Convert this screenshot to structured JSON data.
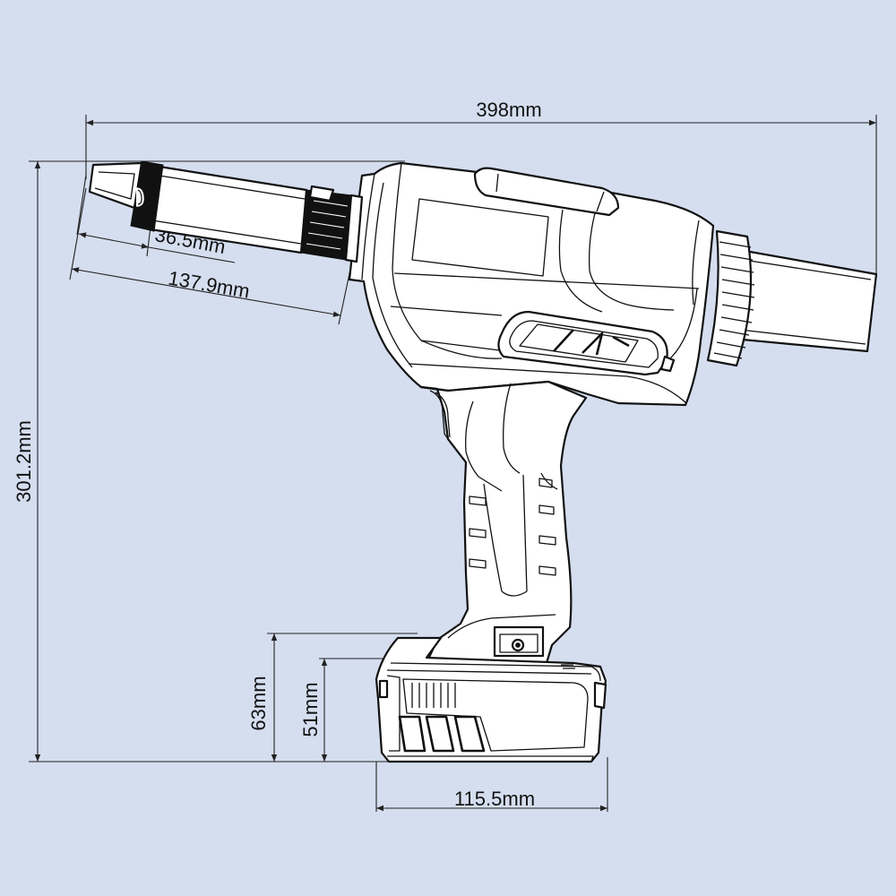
{
  "background_color": "#d5deef",
  "line_color": "#111111",
  "dimensions": {
    "overall_length": "398mm",
    "overall_height": "301.2mm",
    "nose_tip_length": "36.5mm",
    "nose_length": "137.9mm",
    "battery_height": "63mm",
    "battery_lock_height": "51mm",
    "battery_length": "115.5mm"
  }
}
